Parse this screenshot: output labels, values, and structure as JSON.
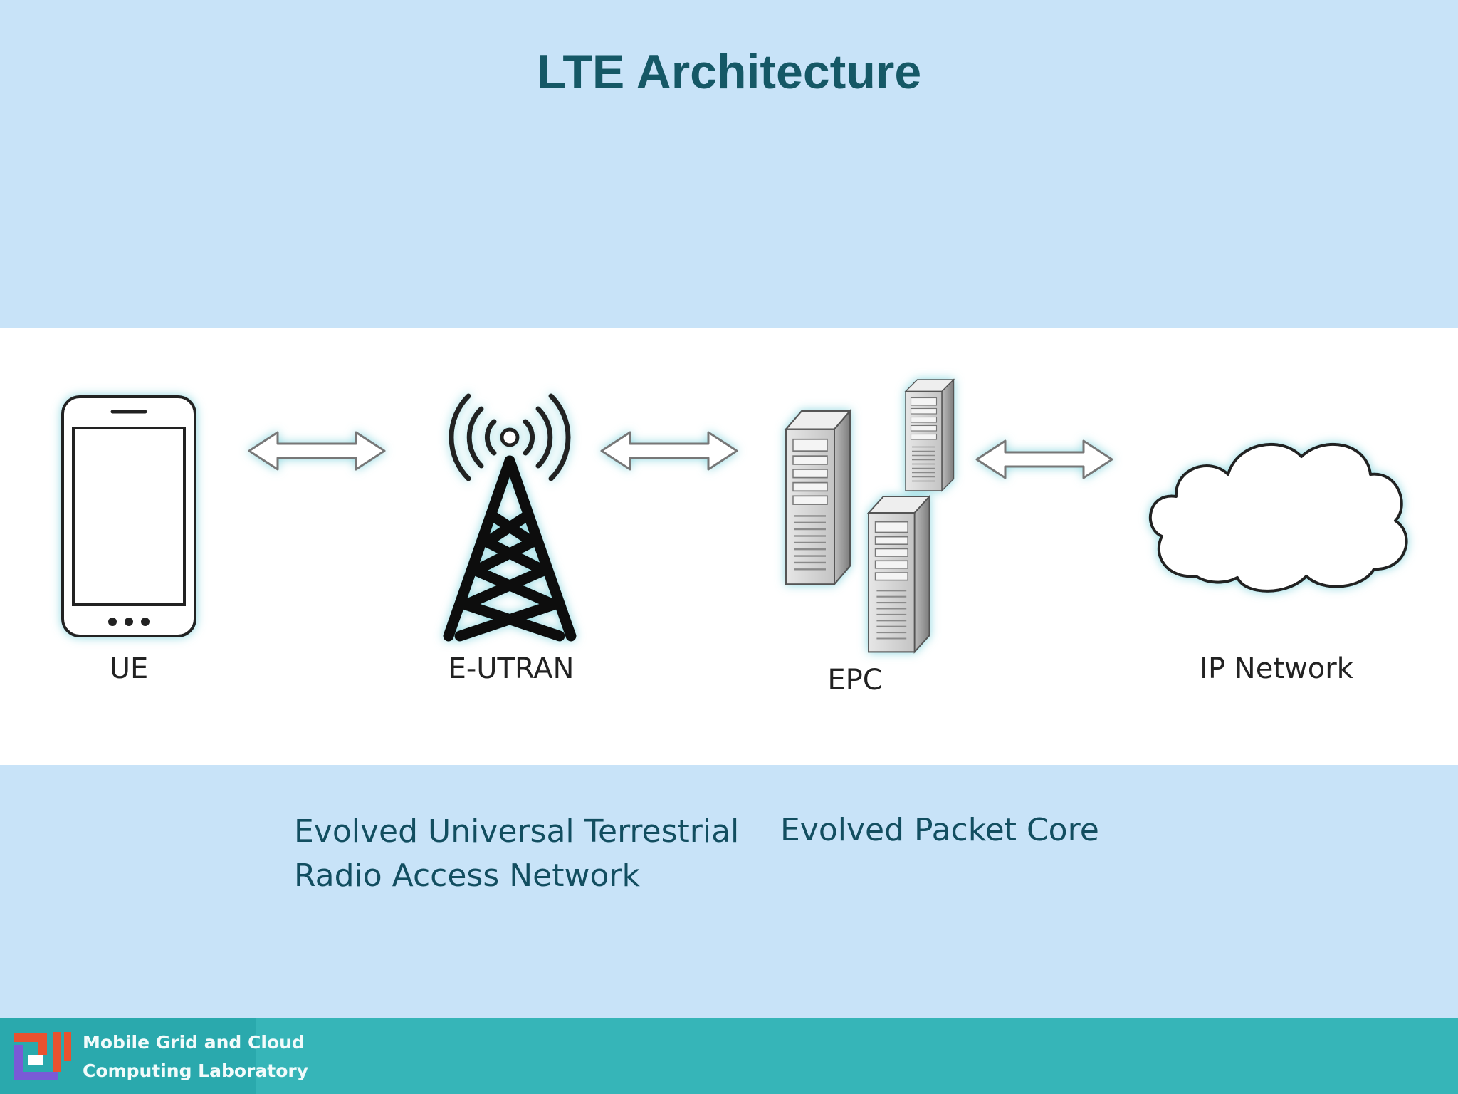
{
  "slide": {
    "title": "LTE Architecture"
  },
  "diagram": {
    "nodes": [
      {
        "id": "ue",
        "label": "UE"
      },
      {
        "id": "eutran",
        "label": "E-UTRAN"
      },
      {
        "id": "epc",
        "label": "EPC"
      },
      {
        "id": "ip",
        "label": "IP Network"
      }
    ],
    "icons": [
      "phone-icon",
      "cell-tower-icon",
      "server-rack-icon",
      "cloud-icon",
      "double-arrow-icon"
    ]
  },
  "descriptions": {
    "eutran_line1": "Evolved Universal Terrestrial",
    "eutran_line2": "Radio Access Network",
    "epc": "Evolved Packet Core"
  },
  "footer": {
    "logo_line1": "Mobile Grid and Cloud",
    "logo_line2": "Computing Laboratory"
  },
  "colors": {
    "background": "#c8e3f8",
    "title": "#124e60",
    "footer": "#36b5b8",
    "glow": "#8fd8e0"
  }
}
